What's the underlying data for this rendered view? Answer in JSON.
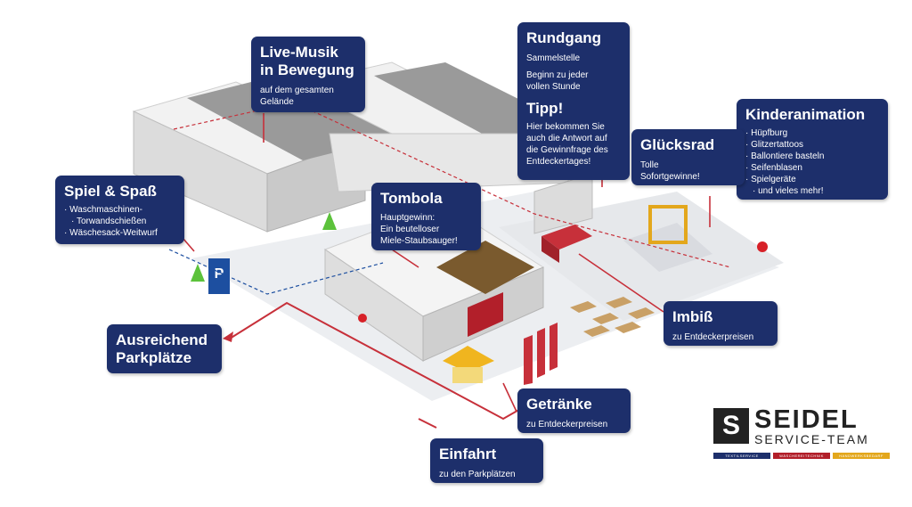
{
  "callouts": {
    "live_musik": {
      "title_line1": "Live-Musik",
      "title_line2": "in Bewegung",
      "sub_line1": "auf dem gesamten",
      "sub_line2": "Gelände"
    },
    "rundgang": {
      "title": "Rundgang",
      "sub1": "Sammelstelle",
      "sub2_line1": "Beginn zu jeder",
      "sub2_line2": "vollen Stunde",
      "tipp_title": "Tipp!",
      "tipp_line1": "Hier bekommen Sie",
      "tipp_line2": "auch die Antwort auf",
      "tipp_line3": "die Gewinnfrage des",
      "tipp_line4": "Entdeckertages!"
    },
    "kinderanimation": {
      "title": "Kinderanimation",
      "items": [
        "Hüpfburg",
        "Glitzertattoos",
        "Ballontiere basteln",
        "Seifenblasen",
        "Spielgeräte",
        "und vieles mehr!"
      ]
    },
    "gluecksrad": {
      "title": "Glücksrad",
      "sub_line1": "Tolle",
      "sub_line2": "Sofortgewinne!"
    },
    "spiel_spass": {
      "title": "Spiel & Spaß",
      "items": [
        "Waschmaschinen-",
        "Torwandschießen",
        "Wäschesack-Weitwurf"
      ]
    },
    "tombola": {
      "title": "Tombola",
      "sub_line1": "Hauptgewinn:",
      "sub_line2": "Ein beutelloser",
      "sub_line3": "Miele-Staubsauger!"
    },
    "imbiss": {
      "title": "Imbiß",
      "sub": "zu Entdeckerpreisen"
    },
    "parkplaetze": {
      "title_line1": "Ausreichend",
      "title_line2": "Parkplätze"
    },
    "getraenke": {
      "title": "Getränke",
      "sub": "zu Entdeckerpreisen"
    },
    "einfahrt": {
      "title": "Einfahrt",
      "sub": "zu den Parkplätzen"
    }
  },
  "logo": {
    "name": "SEIDEL",
    "subtitle": "SERVICE-TEAM",
    "divisions": [
      "TEXTILSERVICE",
      "WÄSCHEREITECHNIK",
      "HANDWERKSBEDARF"
    ],
    "colors": {
      "blue": "#1d2f6b",
      "red": "#b21f2a",
      "yellow": "#e3a71c",
      "dark": "#222222"
    }
  },
  "map_labels": {
    "parking_sign": "P"
  },
  "colors": {
    "callout_bg": "#1d2f6b",
    "route": "#c7303a",
    "arrow": "#c7303a"
  }
}
